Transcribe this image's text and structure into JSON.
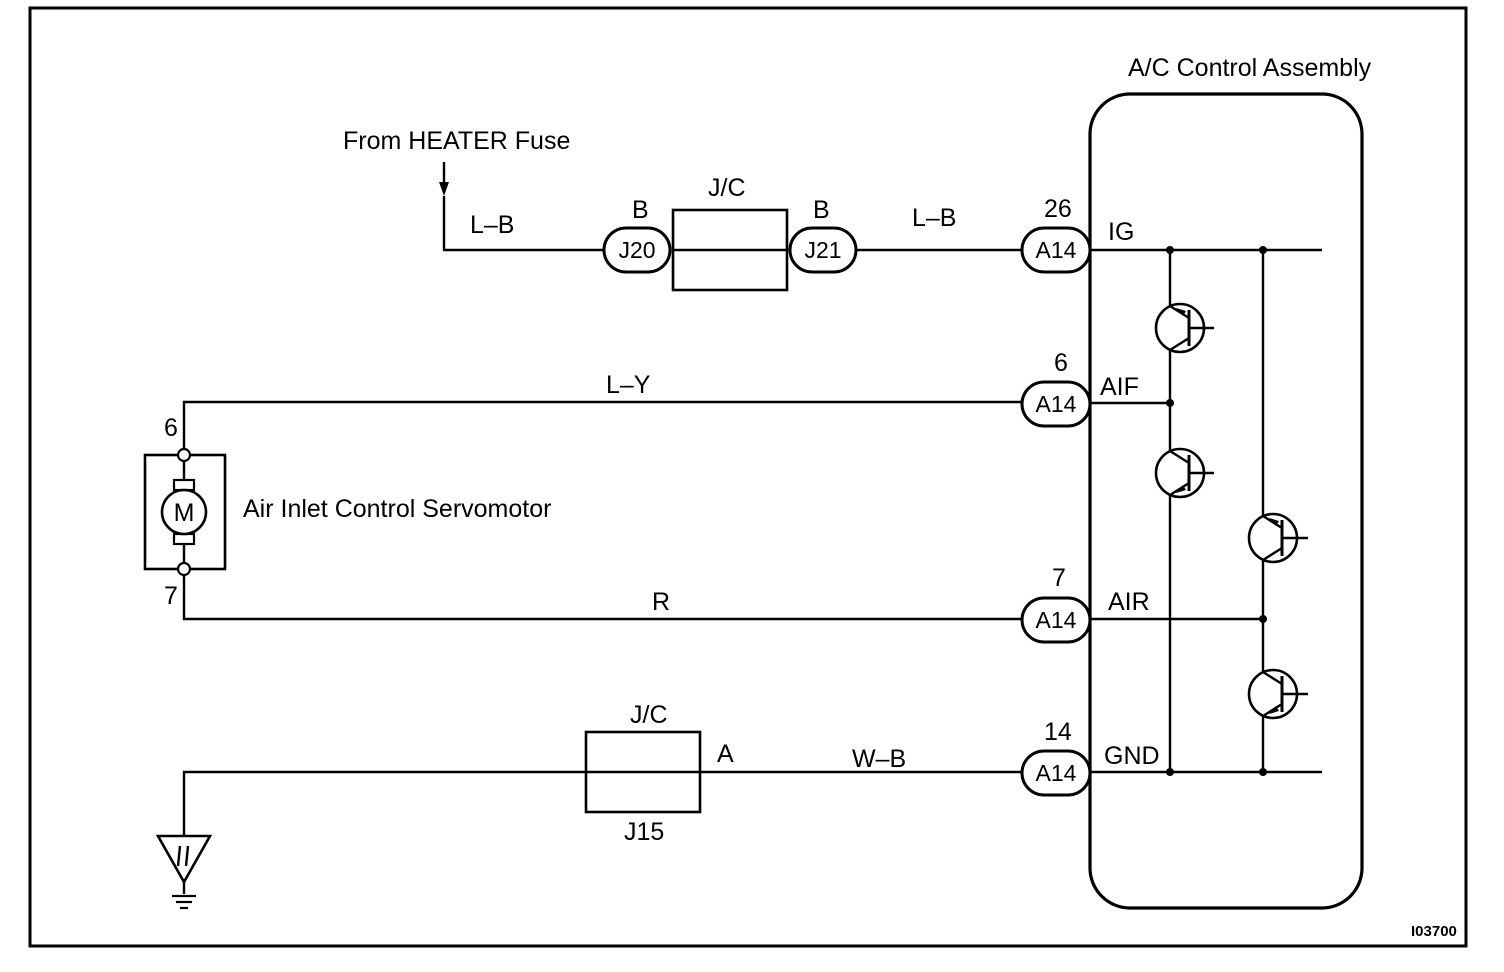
{
  "diagram": {
    "assembly_label": "A/C Control Assembly",
    "source_label": "From HEATER Fuse",
    "motor_label": "Air Inlet Control Servomotor",
    "motor_symbol": "M",
    "figure_id": "I03700",
    "wires": {
      "lb_left": "L–B",
      "lb_right": "L–B",
      "ly": "L–Y",
      "r": "R",
      "wb": "W–B"
    },
    "junctions": {
      "jc_top": "J/C",
      "jc_top_left_pin": "B",
      "jc_top_right_pin": "B",
      "j20": "J20",
      "j21": "J21",
      "jc_bottom": "J/C",
      "jc_bottom_pin": "A",
      "j15": "J15"
    },
    "connectors": [
      {
        "pin": "26",
        "id": "A14",
        "terminal": "IG"
      },
      {
        "pin": "6",
        "id": "A14",
        "terminal": "AIF"
      },
      {
        "pin": "7",
        "id": "A14",
        "terminal": "AIR"
      },
      {
        "pin": "14",
        "id": "A14",
        "terminal": "GND"
      }
    ],
    "motor_pins": {
      "top": "6",
      "bottom": "7"
    }
  }
}
